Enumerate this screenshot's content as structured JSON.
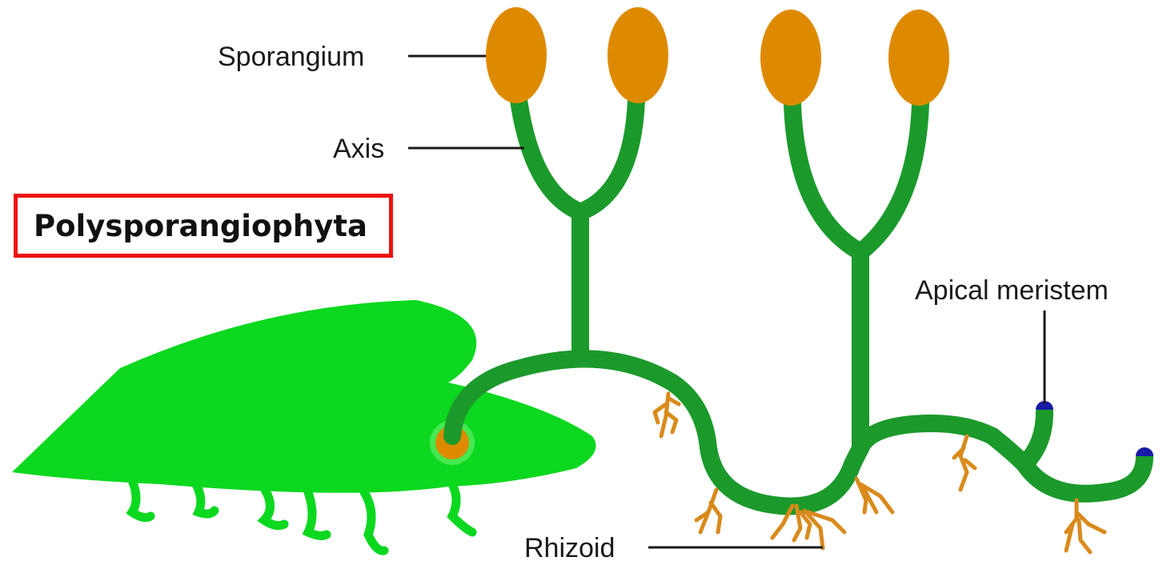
{
  "title": "Polysporangiophyta",
  "labels": {
    "sporangium": "Sporangium",
    "axis": "Axis",
    "apical_meristem": "Apical meristem",
    "rhizoid": "Rhizoid"
  },
  "colors": {
    "gametophyte": "#0bd81f",
    "axis": "#1b9a2b",
    "sporangium": "#de8a00",
    "rhizoid": "#d98a1c",
    "meristem": "#1a1aa8",
    "title_border": "#ee1111"
  }
}
